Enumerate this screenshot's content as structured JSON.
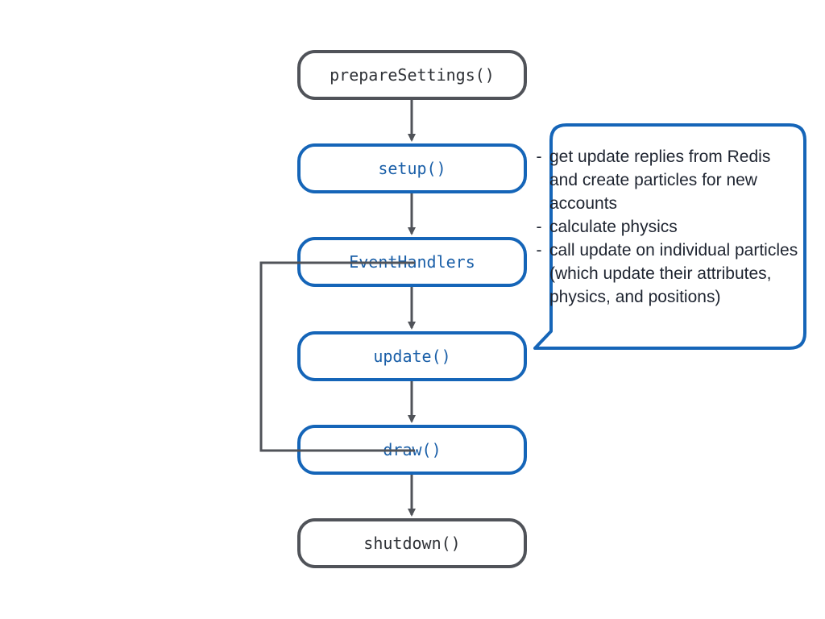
{
  "diagram": {
    "nodes": [
      {
        "id": "prepare",
        "label": "prepareSettings()",
        "style": "dark"
      },
      {
        "id": "setup",
        "label": "setup()",
        "style": "blue"
      },
      {
        "id": "events",
        "label": "EventHandlers",
        "style": "blue"
      },
      {
        "id": "update",
        "label": "update()",
        "style": "blue"
      },
      {
        "id": "draw",
        "label": "draw()",
        "style": "blue"
      },
      {
        "id": "shutdown",
        "label": "shutdown()",
        "style": "dark"
      }
    ],
    "edges": [
      {
        "from": "prepare",
        "to": "setup"
      },
      {
        "from": "setup",
        "to": "events"
      },
      {
        "from": "events",
        "to": "update"
      },
      {
        "from": "update",
        "to": "draw"
      },
      {
        "from": "draw",
        "to": "shutdown"
      },
      {
        "from": "draw",
        "to": "events",
        "kind": "loop-back"
      }
    ],
    "callout": {
      "attached_to": "update",
      "bullets": [
        {
          "marker": "-",
          "text": "get update replies from Redis and create particles for new accounts"
        },
        {
          "marker": "-",
          "text": "calculate physics"
        },
        {
          "marker": "-",
          "text": "call update on individual particles (which update their attributes, physics, and positions)"
        }
      ]
    },
    "colors": {
      "dark_border": "#505359",
      "blue_border": "#1565b8",
      "connector": "#505359"
    }
  }
}
